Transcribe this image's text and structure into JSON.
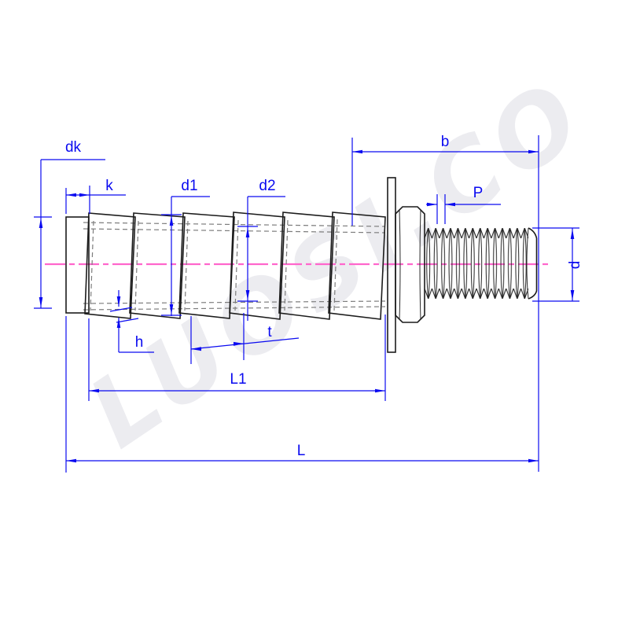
{
  "watermark": "LUOSI.CO",
  "labels": {
    "dk": "dk",
    "k": "k",
    "d1": "d1",
    "d2": "d2",
    "b": "b",
    "P": "P",
    "d": "d",
    "h": "h",
    "t": "t",
    "L1": "L1",
    "L": "L"
  },
  "colors": {
    "dimension": "#0a0af0",
    "centerline": "#ff66cc",
    "outline": "#1c1c1c",
    "hidden": "#7d7d7d",
    "watermark": "#ececf0"
  }
}
